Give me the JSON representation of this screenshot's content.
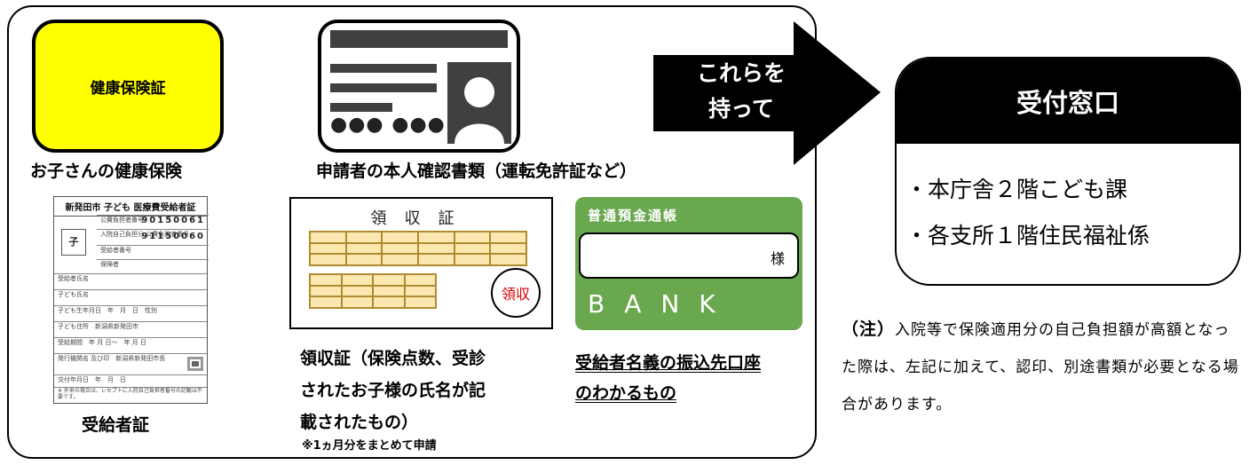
{
  "items": {
    "health_insurance": {
      "card_label": "健康保険証",
      "caption": "お子さんの健康保険"
    },
    "identification": {
      "dots": "●●● ●●●",
      "caption": "申請者の本人確認書類（運転免許証など）"
    },
    "recipient_certificate": {
      "title": "新発田市 子ども 医療費受給者証",
      "box_char": "子",
      "number_rows": [
        {
          "label": "公費負担者番号",
          "digits": "90150061"
        },
        {
          "label": "入院自己負担分 公費負担者番号",
          "digits": "91150060"
        }
      ],
      "rows": [
        "受給者番号",
        "保険者",
        "受給者氏名",
        "子ども氏名",
        "子ども生年月日　年　月　日　性別",
        "子ども住所　新潟県新発田市",
        "受給期間　年 月 日〜　年 月 日",
        "発行機関名 及び印　新潟県新発田市長",
        "交付年月日　年　月　日"
      ],
      "footnote": "※ 外来の場合は、レセプトに入院自己負担者番号の記載は不要です。",
      "caption": "受給者証"
    },
    "receipt": {
      "title": "領収証",
      "stamp": "領収",
      "caption_lines": [
        "領収証（保険点数、受診",
        "されたお子様の氏名が記",
        "載されたもの）"
      ],
      "note": "※1ヵ月分をまとめて申請"
    },
    "bankbook": {
      "header": "普通預金通帳",
      "name_suffix": "様",
      "bank_word": "BANK",
      "caption_lines": [
        "受給者名義の振込先口座",
        "のわかるもの"
      ]
    }
  },
  "arrow": {
    "line1": "これらを",
    "line2": "持って"
  },
  "counter": {
    "title": "受付窓口",
    "locations": [
      "・本庁舎２階こども課",
      "・各支所１階住民福祉係"
    ]
  },
  "note": {
    "label": "（注）",
    "text": "入院等で保険適用分の自己負担額が高額となった際は、左記に加えて、認印、別途書類が必要となる場合があります。"
  },
  "colors": {
    "card_yellow": "#ffff00",
    "bank_green": "#6aa84f",
    "stamp_red": "#e00000",
    "receipt_grid": "#fbe7b0"
  }
}
